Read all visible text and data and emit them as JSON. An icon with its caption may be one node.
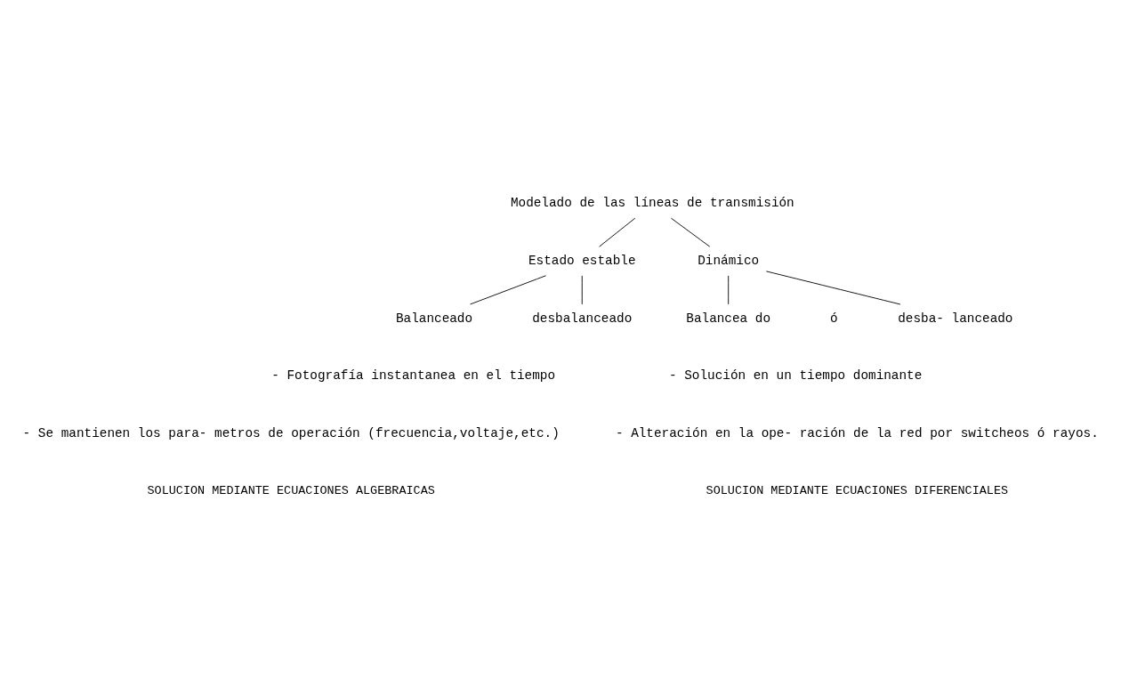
{
  "diagram": {
    "nodes": [
      {
        "text": [
          "Modelado de las líneas de transmisión"
        ]
      },
      {
        "text": [
          "Estado estable"
        ]
      },
      {
        "text": [
          "Dinámico"
        ]
      },
      {
        "text": [
          "Balanceado"
        ]
      },
      {
        "text": [
          "desbalanceado"
        ]
      },
      {
        "text": [
          "Balancea do"
        ]
      },
      {
        "text": [
          "desba- lanceado"
        ]
      }
    ],
    "edges": [
      {
        "from": 0,
        "to": 1,
        "arrow": "none"
      },
      {
        "from": 0,
        "to": 2,
        "arrow": "none"
      },
      {
        "from": 1,
        "to": 3,
        "arrow": "none"
      },
      {
        "from": 1,
        "to": 4,
        "arrow": "none"
      },
      {
        "from": 2,
        "to": 5,
        "arrow": "none"
      },
      {
        "from": 2,
        "to": 6,
        "arrow": "none"
      }
    ],
    "labels": [
      "ó",
      "- Fotografía instantanea en el tiempo",
      "- Se mantienen los para- metros de operación (frecuencia,voltaje,etc.)",
      "- Solución en un tiempo dominante",
      "- Alteración en la ope- ración de la red por switcheos ó rayos.",
      "SOLUCION MEDIANTE ECUACIONES ALGEBRAICAS",
      "SOLUCION MEDIANTE ECUACIONES DIFERENCIALES"
    ]
  }
}
